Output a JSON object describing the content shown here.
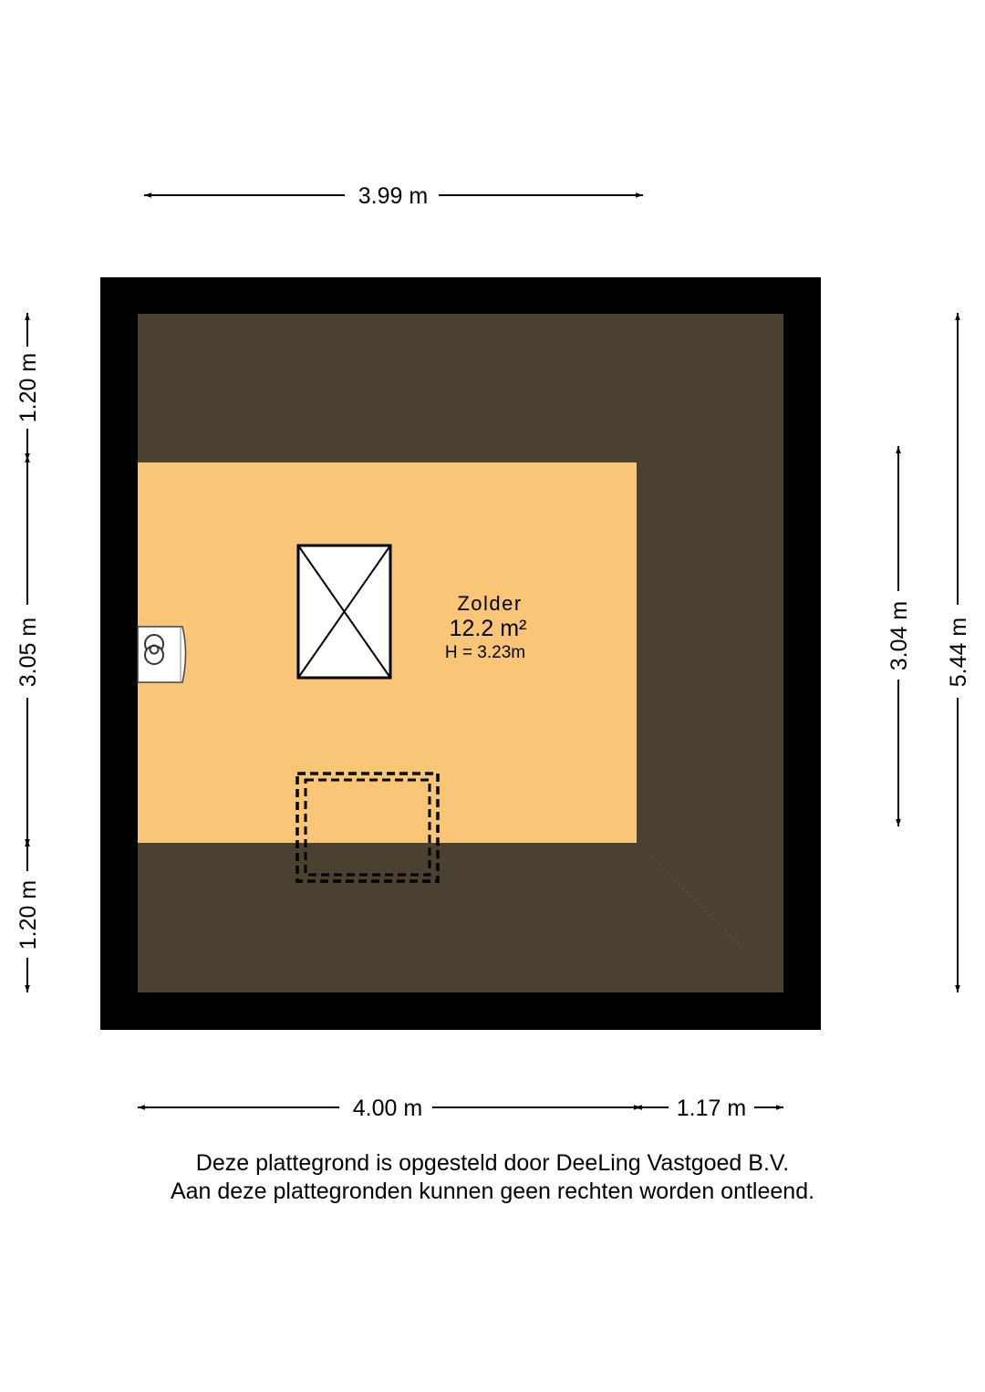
{
  "room": {
    "name": "Zolder",
    "area": "12.2 m²",
    "height": "H = 3.23m"
  },
  "dimensions": {
    "top_width": "3.99 m",
    "bottom_width": "4.00 m",
    "bottom_extra": "1.17 m",
    "left_top": "1.20 m",
    "left_middle": "3.05 m",
    "left_bottom": "1.20 m",
    "right_inner": "3.04 m",
    "right_total": "5.44 m"
  },
  "disclaimer": {
    "line1": "Deze plattegrond is opgesteld door DeeLing Vastgoed B.V.",
    "line2": "Aan deze plattegronden kunnen geen rechten worden ontleend."
  },
  "colors": {
    "wall": "#000000",
    "low_ceiling_zone": "#4a4130",
    "floor_area": "#f9c678",
    "fixture": "#ffffff"
  },
  "icons": {
    "skylight": "skylight-icon",
    "boiler": "boiler-icon",
    "hatch": "attic-hatch-icon"
  }
}
